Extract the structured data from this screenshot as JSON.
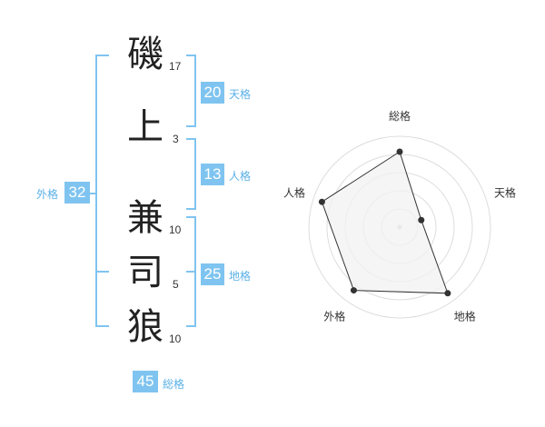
{
  "name": {
    "characters": [
      {
        "char": "磯",
        "strokes": "17"
      },
      {
        "char": "上",
        "strokes": "3"
      },
      {
        "char": "兼",
        "strokes": "10"
      },
      {
        "char": "司",
        "strokes": "5"
      },
      {
        "char": "狼",
        "strokes": "10"
      }
    ]
  },
  "fortunes": {
    "tenkaku": {
      "value": "20",
      "label": "天格"
    },
    "jinkaku": {
      "value": "13",
      "label": "人格"
    },
    "chikaku": {
      "value": "25",
      "label": "地格"
    },
    "gaikaku": {
      "value": "32",
      "label": "外格"
    },
    "soukaku": {
      "value": "45",
      "label": "総格"
    }
  },
  "colors": {
    "accent": "#7fc4f0",
    "accent_text": "#5ab0e8",
    "bracket": "#7fc4f0",
    "radar_fill": "#f2f2f2",
    "radar_ring": "#dddddd",
    "text": "#222222"
  },
  "chart_data": {
    "type": "radar",
    "axes": [
      "総格",
      "天格",
      "地格",
      "外格",
      "人格"
    ],
    "values": [
      0.83,
      0.25,
      0.9,
      0.86,
      0.9
    ],
    "rings": 5
  }
}
